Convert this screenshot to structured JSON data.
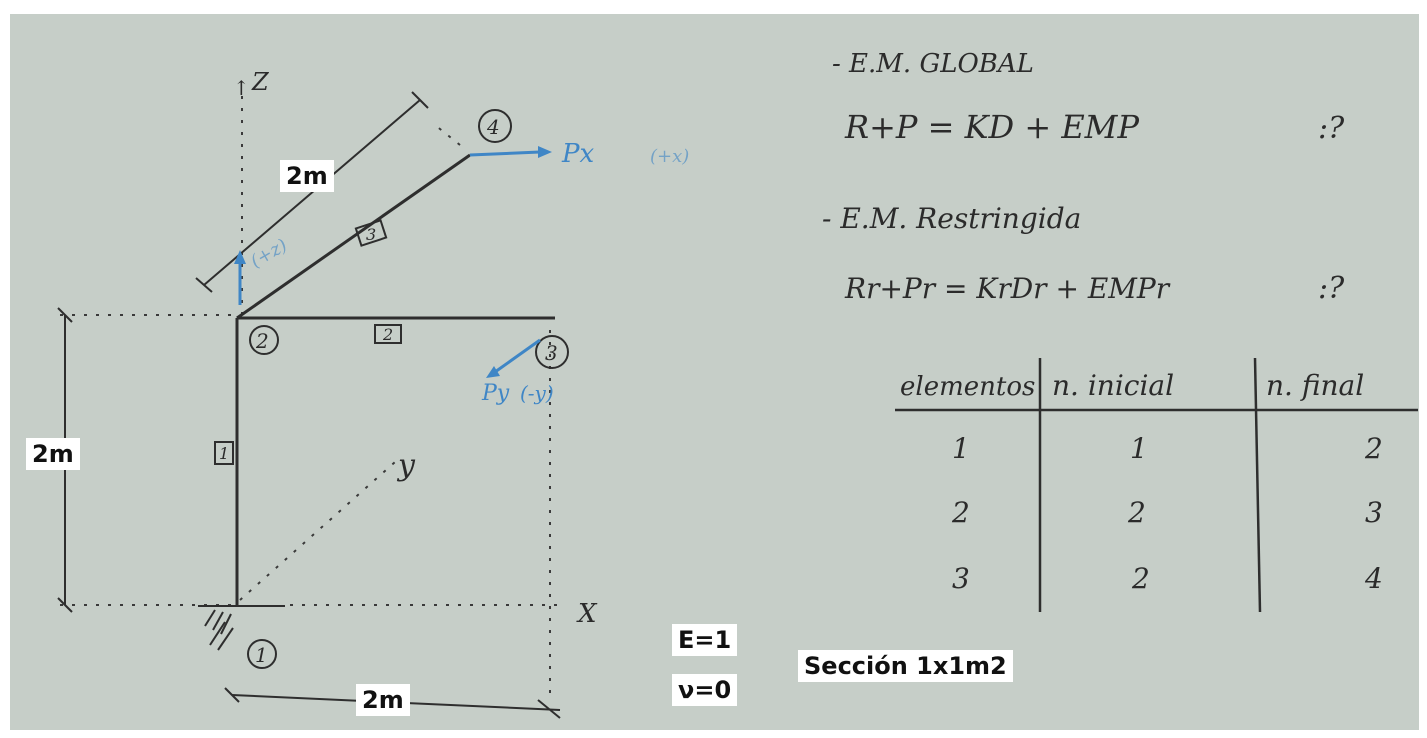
{
  "diagram": {
    "axis_z": "Z",
    "axis_x": "X",
    "axis_y": "y",
    "nodes": [
      "1",
      "2",
      "3",
      "4"
    ],
    "elements": [
      "1",
      "2",
      "3"
    ],
    "load_px": "Px",
    "load_px_note": "(+x)",
    "load_py": "Py",
    "load_py_note": "(-y)",
    "load_pz_note": "(+z)",
    "dim_vertical": "2m",
    "dim_horizontal": "2m",
    "dim_diagonal": "2m"
  },
  "material": {
    "e": "E=1",
    "nu": "ν=0",
    "section": "Sección 1x1m2"
  },
  "equations": {
    "global_title": "- E.M. GLOBAL",
    "global_eq": "R+P = KD + EMP",
    "global_q": ":?",
    "restr_title": "- E.M. Restringida",
    "restr_eq": "Rr+Pr = KrDr + EMPr",
    "restr_q": ":?"
  },
  "table": {
    "headers": [
      "elementos",
      "n. inicial",
      "n. final"
    ],
    "rows": [
      [
        "1",
        "1",
        "2"
      ],
      [
        "2",
        "2",
        "3"
      ],
      [
        "3",
        "2",
        "4"
      ]
    ]
  }
}
